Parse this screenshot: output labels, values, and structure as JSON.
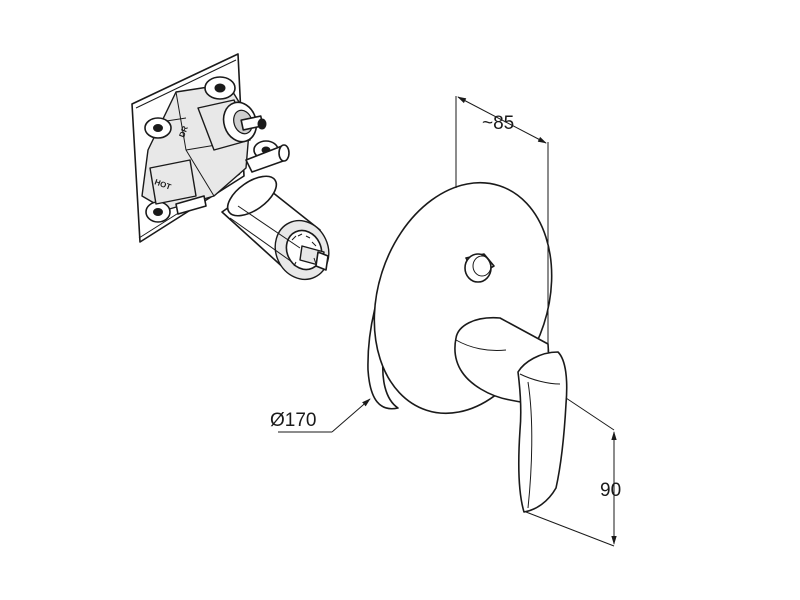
{
  "dimensions": {
    "depth": "~85",
    "diameter": "Ø170",
    "height": "90"
  },
  "valve_marks": {
    "port_top": "DR",
    "port_side": "HOT"
  }
}
